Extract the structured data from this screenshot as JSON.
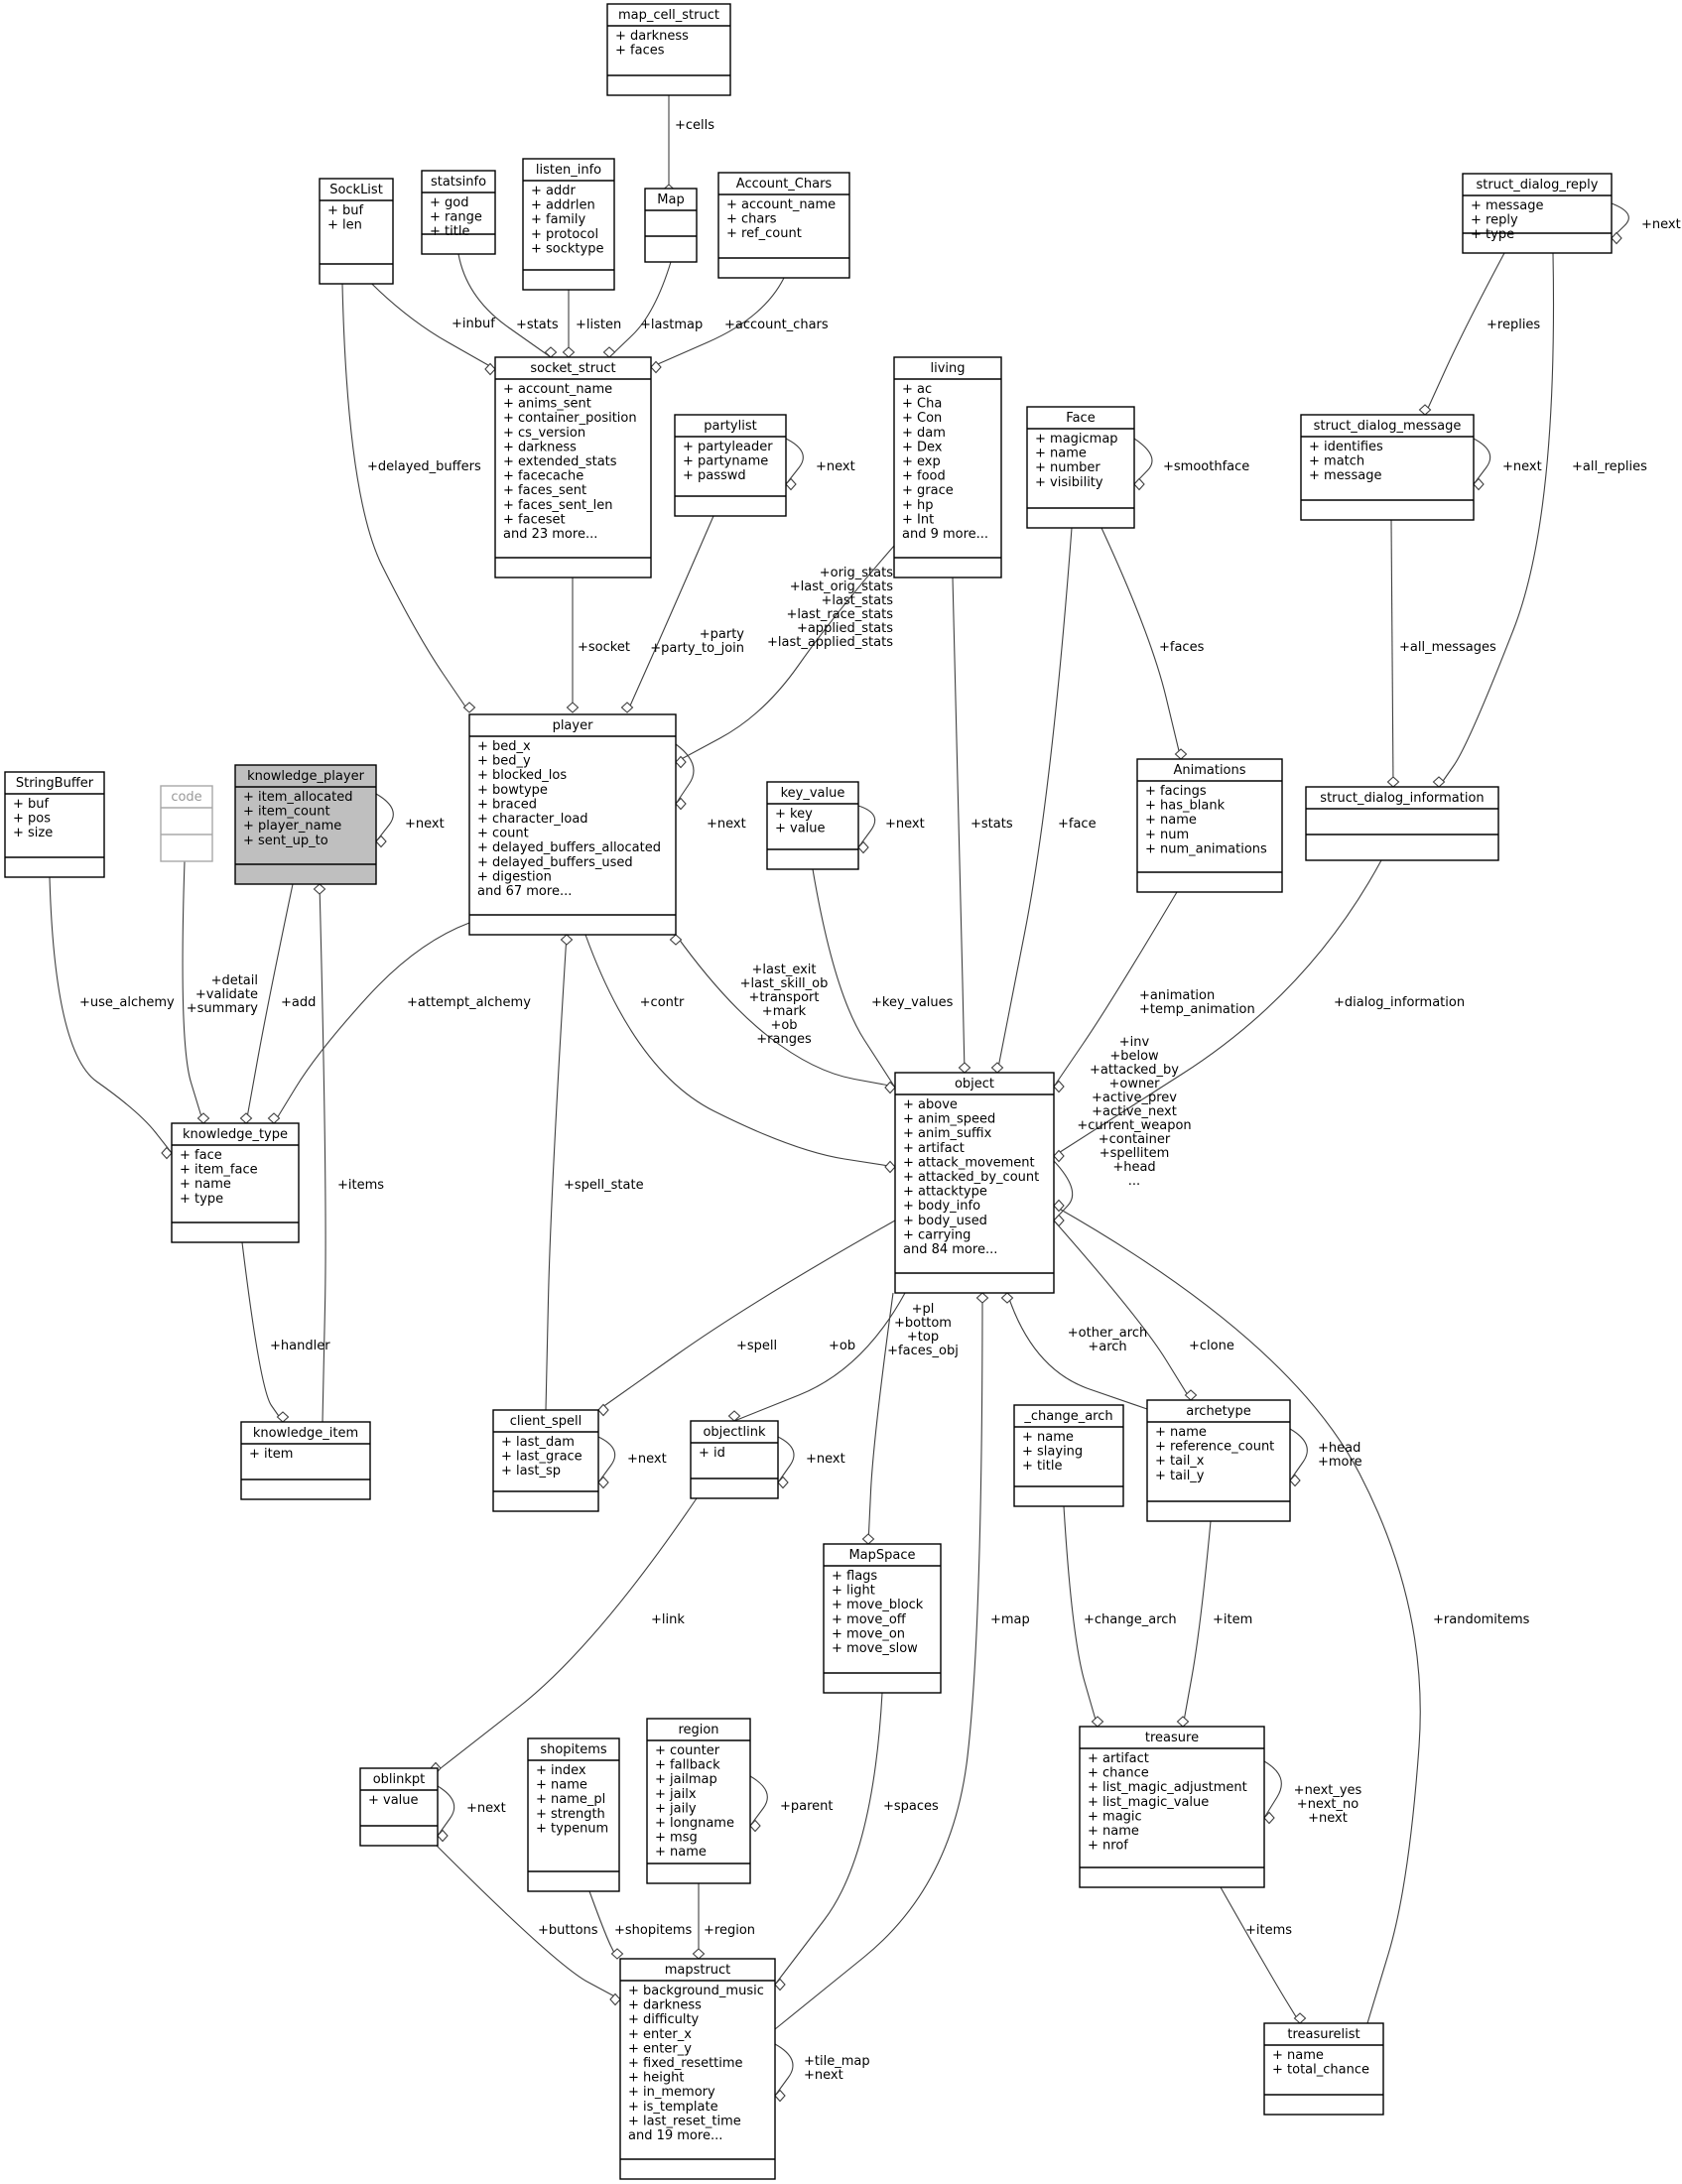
{
  "classes": [
    {
      "id": "map_cell_struct",
      "title": "map_cell_struct",
      "attrs": [
        "+ darkness",
        "+ faces"
      ]
    },
    {
      "id": "SockList",
      "title": "SockList",
      "attrs": [
        "+ buf",
        "+ len"
      ]
    },
    {
      "id": "statsinfo",
      "title": "statsinfo",
      "attrs": [
        "+ god",
        "+ range",
        "+ title"
      ]
    },
    {
      "id": "listen_info",
      "title": "listen_info",
      "attrs": [
        "+ addr",
        "+ addrlen",
        "+ family",
        "+ protocol",
        "+ socktype"
      ]
    },
    {
      "id": "Map",
      "title": "Map",
      "attrs": []
    },
    {
      "id": "Account_Chars",
      "title": "Account_Chars",
      "attrs": [
        "+ account_name",
        "+ chars",
        "+ ref_count"
      ]
    },
    {
      "id": "struct_dialog_reply",
      "title": "struct_dialog_reply",
      "attrs": [
        "+ message",
        "+ reply",
        "+ type"
      ]
    },
    {
      "id": "socket_struct",
      "title": "socket_struct",
      "attrs": [
        "+ account_name",
        "+ anims_sent",
        "+ container_position",
        "+ cs_version",
        "+ darkness",
        "+ extended_stats",
        "+ facecache",
        "+ faces_sent",
        "+ faces_sent_len",
        "+ faceset",
        "and 23 more..."
      ]
    },
    {
      "id": "partylist",
      "title": "partylist",
      "attrs": [
        "+ partyleader",
        "+ partyname",
        "+ passwd"
      ]
    },
    {
      "id": "living",
      "title": "living",
      "attrs": [
        "+ ac",
        "+ Cha",
        "+ Con",
        "+ dam",
        "+ Dex",
        "+ exp",
        "+ food",
        "+ grace",
        "+ hp",
        "+ Int",
        "and 9 more..."
      ]
    },
    {
      "id": "Face",
      "title": "Face",
      "attrs": [
        "+ magicmap",
        "+ name",
        "+ number",
        "+ visibility"
      ]
    },
    {
      "id": "struct_dialog_message",
      "title": "struct_dialog_message",
      "attrs": [
        "+ identifies",
        "+ match",
        "+ message"
      ]
    },
    {
      "id": "StringBuffer",
      "title": "StringBuffer",
      "attrs": [
        "+ buf",
        "+ pos",
        "+ size"
      ]
    },
    {
      "id": "code",
      "title": "code",
      "attrs": []
    },
    {
      "id": "knowledge_player",
      "title": "knowledge_player",
      "attrs": [
        "+ item_allocated",
        "+ item_count",
        "+ player_name",
        "+ sent_up_to"
      ]
    },
    {
      "id": "player",
      "title": "player",
      "attrs": [
        "+ bed_x",
        "+ bed_y",
        "+ blocked_los",
        "+ bowtype",
        "+ braced",
        "+ character_load",
        "+ count",
        "+ delayed_buffers_allocated",
        "+ delayed_buffers_used",
        "+ digestion",
        "and 67 more..."
      ]
    },
    {
      "id": "key_value",
      "title": "key_value",
      "attrs": [
        "+ key",
        "+ value"
      ]
    },
    {
      "id": "Animations",
      "title": "Animations",
      "attrs": [
        "+ facings",
        "+ has_blank",
        "+ name",
        "+ num",
        "+ num_animations"
      ]
    },
    {
      "id": "struct_dialog_information",
      "title": "struct_dialog_information",
      "attrs": []
    },
    {
      "id": "knowledge_type",
      "title": "knowledge_type",
      "attrs": [
        "+ face",
        "+ item_face",
        "+ name",
        "+ type"
      ]
    },
    {
      "id": "object",
      "title": "object",
      "attrs": [
        "+ above",
        "+ anim_speed",
        "+ anim_suffix",
        "+ artifact",
        "+ attack_movement",
        "+ attacked_by_count",
        "+ attacktype",
        "+ body_info",
        "+ body_used",
        "+ carrying",
        "and 84 more..."
      ]
    },
    {
      "id": "knowledge_item",
      "title": "knowledge_item",
      "attrs": [
        "+ item"
      ]
    },
    {
      "id": "client_spell",
      "title": "client_spell",
      "attrs": [
        "+ last_dam",
        "+ last_grace",
        "+ last_sp"
      ]
    },
    {
      "id": "objectlink",
      "title": "objectlink",
      "attrs": [
        "+ id"
      ]
    },
    {
      "id": "_change_arch",
      "title": "_change_arch",
      "attrs": [
        "+ name",
        "+ slaying",
        "+ title"
      ]
    },
    {
      "id": "archetype",
      "title": "archetype",
      "attrs": [
        "+ name",
        "+ reference_count",
        "+ tail_x",
        "+ tail_y"
      ]
    },
    {
      "id": "MapSpace",
      "title": "MapSpace",
      "attrs": [
        "+ flags",
        "+ light",
        "+ move_block",
        "+ move_off",
        "+ move_on",
        "+ move_slow"
      ]
    },
    {
      "id": "shopitems",
      "title": "shopitems",
      "attrs": [
        "+ index",
        "+ name",
        "+ name_pl",
        "+ strength",
        "+ typenum"
      ]
    },
    {
      "id": "region",
      "title": "region",
      "attrs": [
        "+ counter",
        "+ fallback",
        "+ jailmap",
        "+ jailx",
        "+ jaily",
        "+ longname",
        "+ msg",
        "+ name"
      ]
    },
    {
      "id": "oblinkpt",
      "title": "oblinkpt",
      "attrs": [
        "+ value"
      ]
    },
    {
      "id": "treasure",
      "title": "treasure",
      "attrs": [
        "+ artifact",
        "+ chance",
        "+ list_magic_adjustment",
        "+ list_magic_value",
        "+ magic",
        "+ name",
        "+ nrof"
      ]
    },
    {
      "id": "mapstruct",
      "title": "mapstruct",
      "attrs": [
        "+ background_music",
        "+ darkness",
        "+ difficulty",
        "+ enter_x",
        "+ enter_y",
        "+ fixed_resettime",
        "+ height",
        "+ in_memory",
        "+ is_template",
        "+ last_reset_time",
        "and 19 more..."
      ]
    },
    {
      "id": "treasurelist",
      "title": "treasurelist",
      "attrs": [
        "+ name",
        "+ total_chance"
      ]
    }
  ],
  "edges": [
    {
      "id": "cells",
      "lines": [
        "+cells"
      ]
    },
    {
      "id": "inbuf",
      "lines": [
        "+inbuf"
      ]
    },
    {
      "id": "stats_si",
      "lines": [
        "+stats"
      ]
    },
    {
      "id": "listen",
      "lines": [
        "+listen"
      ]
    },
    {
      "id": "lastmap",
      "lines": [
        "+lastmap"
      ]
    },
    {
      "id": "account_chars",
      "lines": [
        "+account_chars"
      ]
    },
    {
      "id": "dr_next",
      "lines": [
        "+next"
      ]
    },
    {
      "id": "replies",
      "lines": [
        "+replies"
      ]
    },
    {
      "id": "all_replies",
      "lines": [
        "+all_replies"
      ]
    },
    {
      "id": "delayed_buffers",
      "lines": [
        "+delayed_buffers"
      ]
    },
    {
      "id": "pl_next",
      "lines": [
        "+next"
      ]
    },
    {
      "id": "smoothface",
      "lines": [
        "+smoothface"
      ]
    },
    {
      "id": "dm_next",
      "lines": [
        "+next"
      ]
    },
    {
      "id": "all_messages",
      "lines": [
        "+all_messages"
      ]
    },
    {
      "id": "socket",
      "lines": [
        "+socket"
      ]
    },
    {
      "id": "party",
      "lines": [
        "+party",
        "+party_to_join"
      ]
    },
    {
      "id": "orig_stats",
      "lines": [
        "+orig_stats",
        "+last_orig_stats",
        "+last_stats",
        "+last_race_stats",
        "+applied_stats",
        "+last_applied_stats"
      ]
    },
    {
      "id": "faces",
      "lines": [
        "+faces"
      ]
    },
    {
      "id": "kp_next",
      "lines": [
        "+next"
      ]
    },
    {
      "id": "player_next",
      "lines": [
        "+next"
      ]
    },
    {
      "id": "kv_next",
      "lines": [
        "+next"
      ]
    },
    {
      "id": "stats_living",
      "lines": [
        "+stats"
      ]
    },
    {
      "id": "face",
      "lines": [
        "+face"
      ]
    },
    {
      "id": "use_alchemy",
      "lines": [
        "+use_alchemy"
      ]
    },
    {
      "id": "detail",
      "lines": [
        "+detail",
        "+validate",
        "+summary"
      ]
    },
    {
      "id": "add",
      "lines": [
        "+add"
      ]
    },
    {
      "id": "attempt_alchemy",
      "lines": [
        "+attempt_alchemy"
      ]
    },
    {
      "id": "last_exit",
      "lines": [
        "+last_exit",
        "+last_skill_ob",
        "+transport",
        "+mark",
        "+ob",
        "+ranges"
      ]
    },
    {
      "id": "contr",
      "lines": [
        "+contr"
      ]
    },
    {
      "id": "key_values",
      "lines": [
        "+key_values"
      ]
    },
    {
      "id": "animation",
      "lines": [
        "+animation",
        "+temp_animation"
      ]
    },
    {
      "id": "dialog_information",
      "lines": [
        "+dialog_information"
      ]
    },
    {
      "id": "inv",
      "lines": [
        "+inv",
        "+below",
        "+attacked_by",
        "+owner",
        "+active_prev",
        "+active_next",
        "+current_weapon",
        "+container",
        "+spellitem",
        "+head",
        "..."
      ]
    },
    {
      "id": "items_ki",
      "lines": [
        "+items"
      ]
    },
    {
      "id": "spell_state",
      "lines": [
        "+spell_state"
      ]
    },
    {
      "id": "handler",
      "lines": [
        "+handler"
      ]
    },
    {
      "id": "spell",
      "lines": [
        "+spell"
      ]
    },
    {
      "id": "ob",
      "lines": [
        "+ob"
      ]
    },
    {
      "id": "pl_bottom",
      "lines": [
        "+pl",
        "+bottom",
        "+top",
        "+faces_obj"
      ]
    },
    {
      "id": "other_arch",
      "lines": [
        "+other_arch",
        "+arch"
      ]
    },
    {
      "id": "clone",
      "lines": [
        "+clone"
      ]
    },
    {
      "id": "cs_next",
      "lines": [
        "+next"
      ]
    },
    {
      "id": "ol_next",
      "lines": [
        "+next"
      ]
    },
    {
      "id": "head_more",
      "lines": [
        "+head",
        "+more"
      ]
    },
    {
      "id": "link",
      "lines": [
        "+link"
      ]
    },
    {
      "id": "map",
      "lines": [
        "+map"
      ]
    },
    {
      "id": "change_arch",
      "lines": [
        "+change_arch"
      ]
    },
    {
      "id": "item_tr",
      "lines": [
        "+item"
      ]
    },
    {
      "id": "randomitems",
      "lines": [
        "+randomitems"
      ]
    },
    {
      "id": "parent",
      "lines": [
        "+parent"
      ]
    },
    {
      "id": "spaces",
      "lines": [
        "+spaces"
      ]
    },
    {
      "id": "next_yes",
      "lines": [
        "+next_yes",
        "+next_no",
        "+next"
      ]
    },
    {
      "id": "obp_next",
      "lines": [
        "+next"
      ]
    },
    {
      "id": "buttons",
      "lines": [
        "+buttons"
      ]
    },
    {
      "id": "shopitems",
      "lines": [
        "+shopitems"
      ]
    },
    {
      "id": "region",
      "lines": [
        "+region"
      ]
    },
    {
      "id": "items_tl",
      "lines": [
        "+items"
      ]
    },
    {
      "id": "tile_map",
      "lines": [
        "+tile_map",
        "+next"
      ]
    }
  ]
}
